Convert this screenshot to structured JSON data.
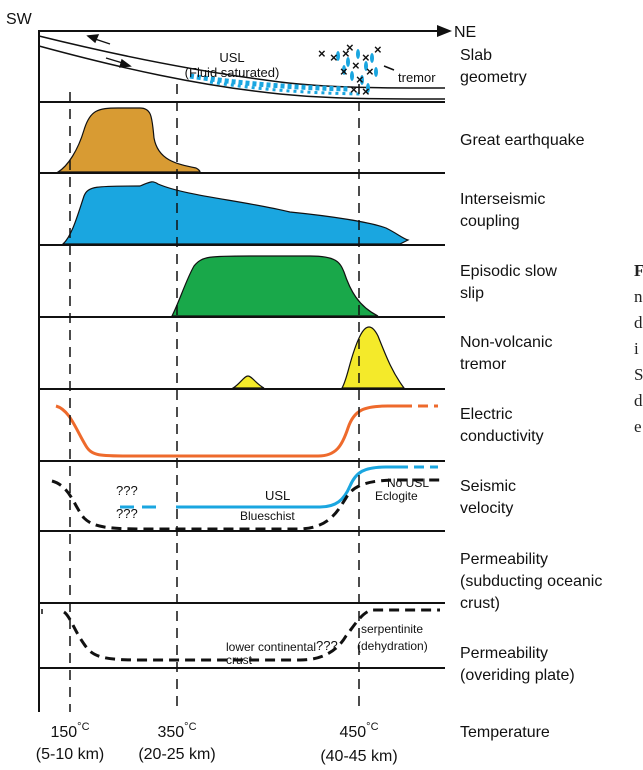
{
  "direction": {
    "left": "SW",
    "right": "NE"
  },
  "colors": {
    "great_earthquake": "#d89b33",
    "interseismic": "#1aa6e0",
    "slow_slip": "#19a84a",
    "tremor": "#f4ea2a",
    "conductivity": "#ee6a2c",
    "velocity": "#1aa6e0"
  },
  "panels": [
    {
      "id": "slab",
      "label_lines": [
        "Slab",
        "geometry"
      ]
    },
    {
      "id": "great_eq",
      "label_lines": [
        "Great earthquake"
      ]
    },
    {
      "id": "interseismic",
      "label_lines": [
        "Interseismic",
        "coupling"
      ]
    },
    {
      "id": "slow_slip",
      "label_lines": [
        "Episodic slow",
        "slip"
      ]
    },
    {
      "id": "tremor",
      "label_lines": [
        "Non-volcanic",
        "tremor"
      ]
    },
    {
      "id": "conductivity",
      "label_lines": [
        "Electric",
        "conductivity"
      ]
    },
    {
      "id": "velocity",
      "label_lines": [
        "Seismic",
        "velocity"
      ]
    },
    {
      "id": "perm_sub",
      "label_lines": [
        "Permeability",
        "(subducting oceanic",
        "crust)"
      ]
    },
    {
      "id": "perm_over",
      "label_lines": [
        "Permeability",
        "(overiding plate)"
      ]
    }
  ],
  "annotations": {
    "usl_title": "USL",
    "usl_sub": "(Fluid saturated)",
    "tremor": "tremor",
    "velocity_unknown": "???",
    "velocity_usl": "USL",
    "velocity_no_usl": "No USL",
    "perm_unknown": "???",
    "blueschist": "Blueschist",
    "eclogite": "Eclogite",
    "lower_continental": "lower continental",
    "crust": "crust",
    "perm2_unknown": "???",
    "serpentinite": "serpentinite",
    "dehydration": "(dehydration)"
  },
  "temperature": {
    "label": "Temperature",
    "ticks": [
      {
        "temp": "150",
        "unit": "°C",
        "depth": "(5-10 km)"
      },
      {
        "temp": "350",
        "unit": "°C",
        "depth": "(20-25 km)"
      },
      {
        "temp": "450",
        "unit": "°C",
        "depth": "(40-45 km)"
      }
    ]
  },
  "side_text_fragments": [
    "F",
    "n",
    "d",
    "i",
    "S",
    "d",
    "e"
  ]
}
